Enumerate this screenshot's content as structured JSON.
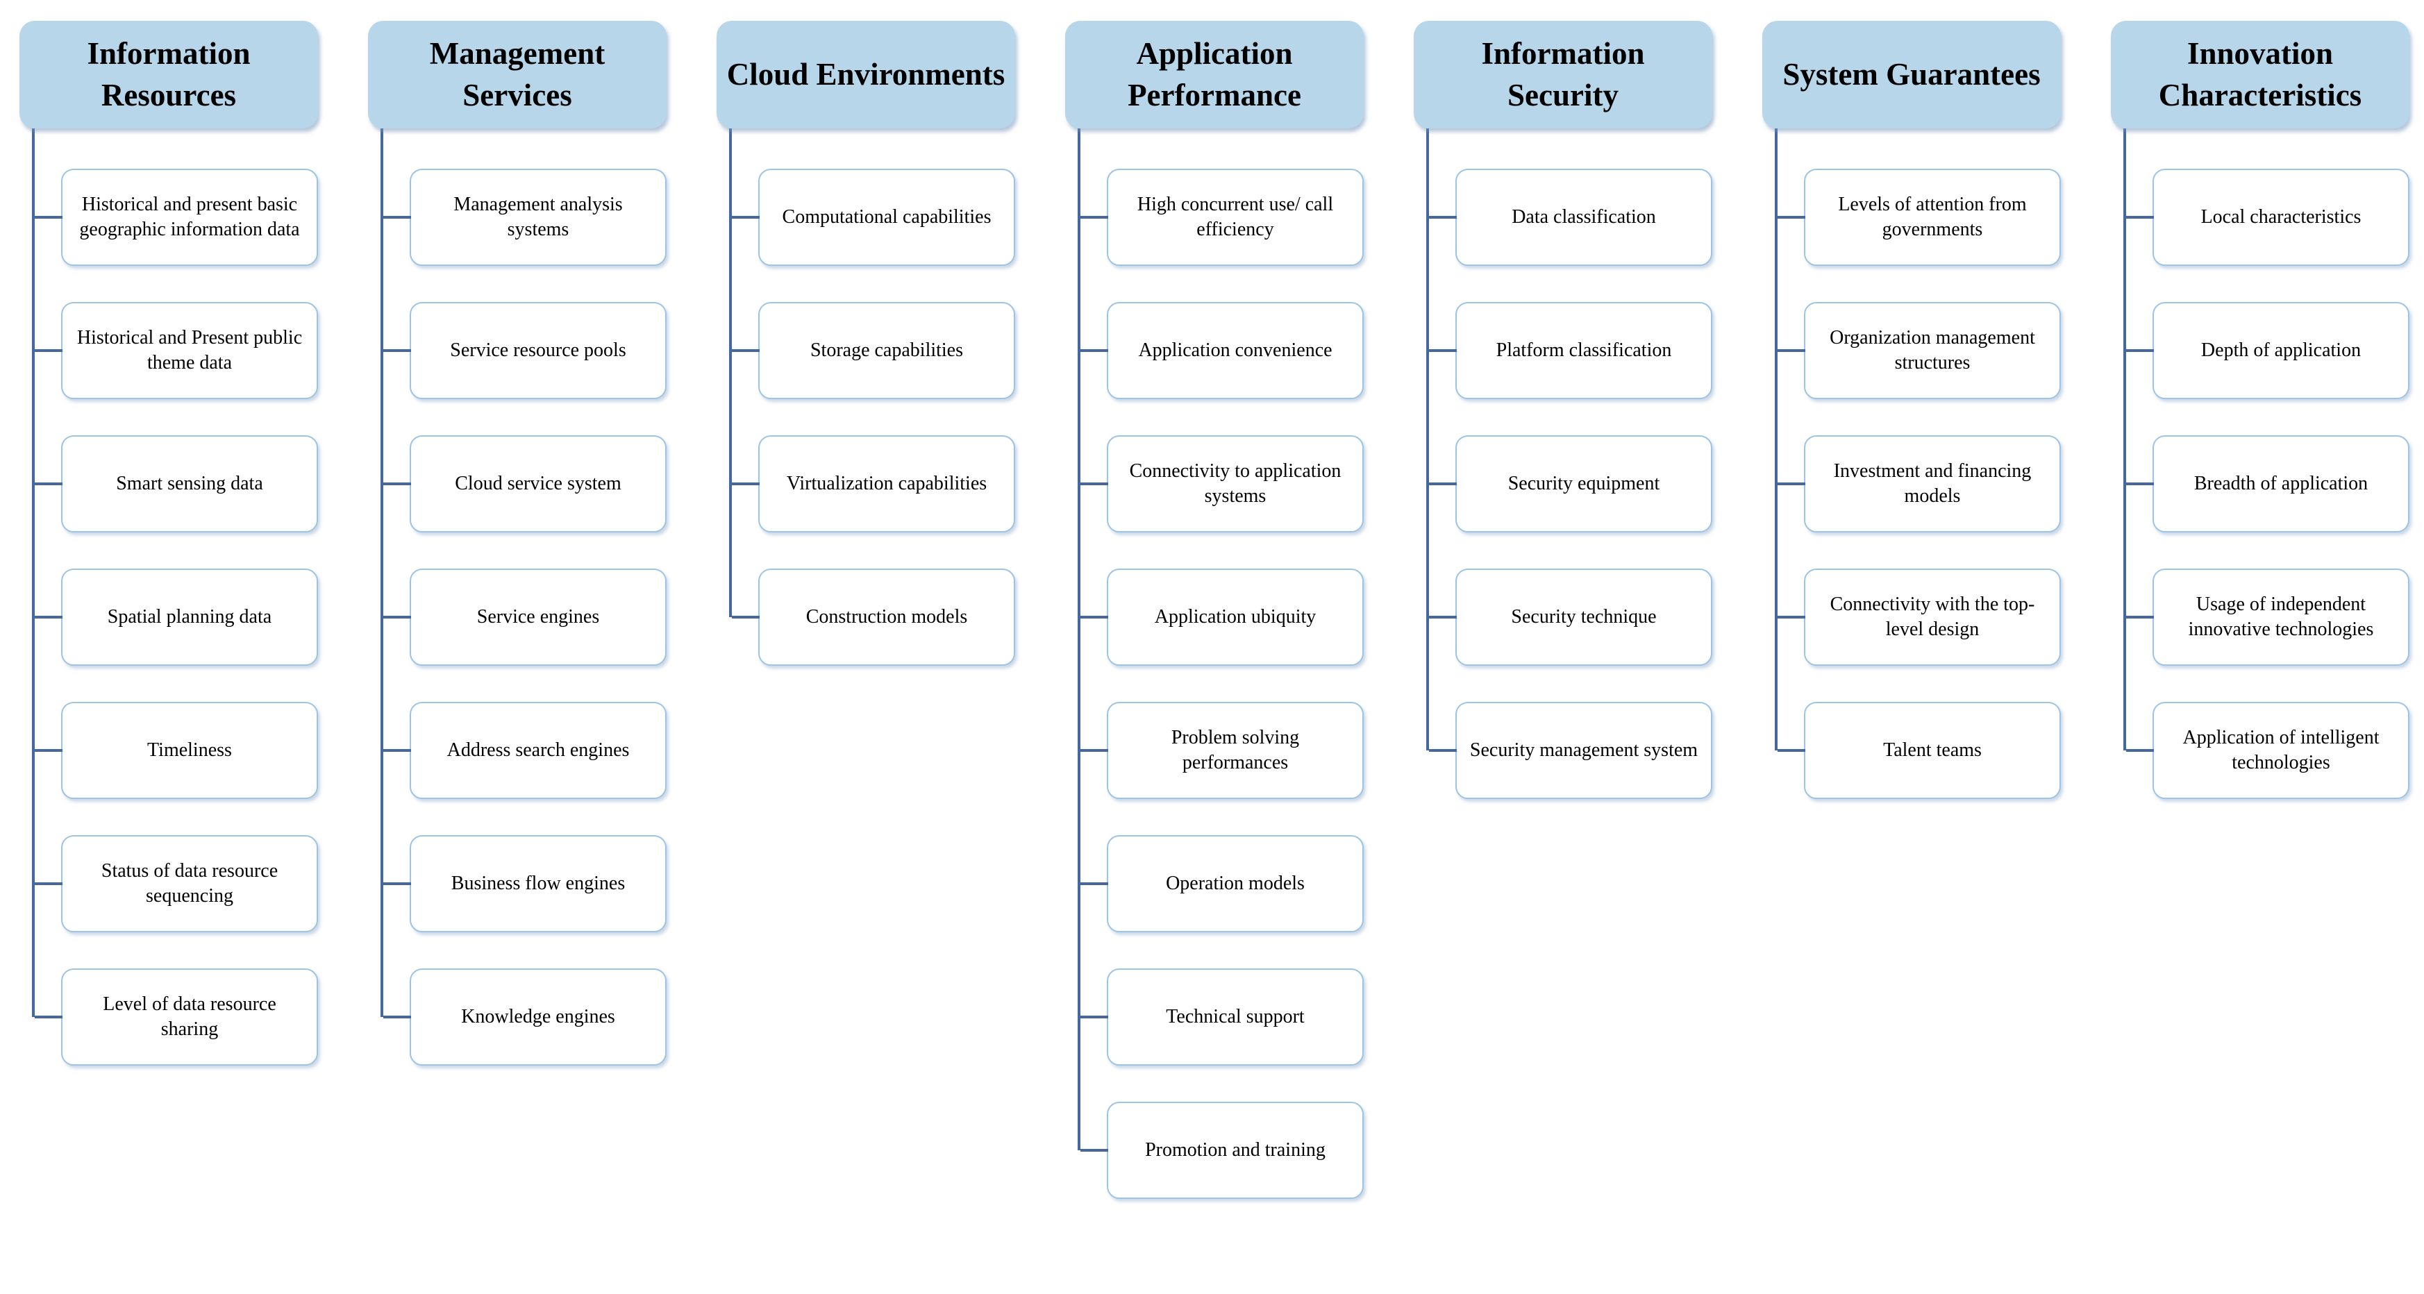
{
  "diagram": {
    "columns": [
      {
        "header": "Information Resources",
        "items": [
          "Historical and present basic geographic information data",
          "Historical and Present public theme data",
          "Smart sensing data",
          "Spatial planning data",
          "Timeliness",
          "Status of data resource sequencing",
          "Level of data resource sharing"
        ]
      },
      {
        "header": "Management Services",
        "items": [
          "Management analysis systems",
          "Service resource pools",
          "Cloud service system",
          "Service engines",
          "Address search engines",
          "Business flow engines",
          "Knowledge engines"
        ]
      },
      {
        "header": "Cloud Environments",
        "items": [
          "Computational capabilities",
          "Storage capabilities",
          "Virtualization capabilities",
          "Construction models"
        ]
      },
      {
        "header": "Application Performance",
        "items": [
          "High concurrent use/ call efficiency",
          "Application convenience",
          "Connectivity to application systems",
          "Application ubiquity",
          "Problem solving performances",
          "Operation models",
          "Technical support",
          "Promotion and training"
        ]
      },
      {
        "header": "Information Security",
        "items": [
          "Data classification",
          "Platform classification",
          "Security equipment",
          "Security technique",
          "Security management system"
        ]
      },
      {
        "header": "System Guarantees",
        "items": [
          "Levels of attention from governments",
          "Organization management structures",
          "Investment and financing models",
          "Connectivity with the top-level design",
          "Talent teams"
        ]
      },
      {
        "header": "Innovation Characteristics",
        "items": [
          "Local characteristics",
          "Depth of application",
          "Breadth of application",
          "Usage of independent innovative technologies",
          "Application of intelligent technologies"
        ]
      }
    ]
  },
  "colors": {
    "header_fill": "#b7d6ea",
    "box_border": "#9dc3e6",
    "connector": "#44689f",
    "text": "#000000",
    "background": "#ffffff"
  }
}
